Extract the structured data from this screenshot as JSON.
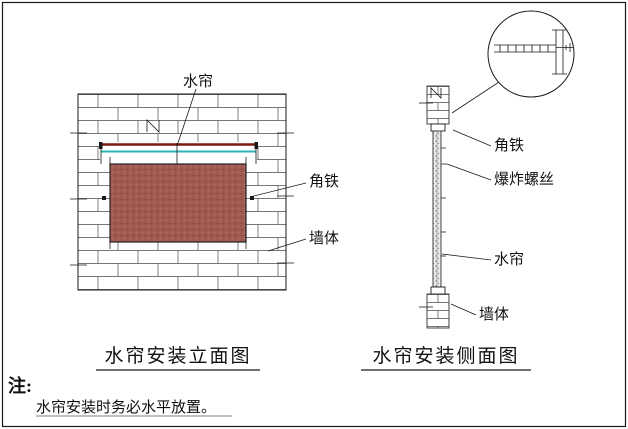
{
  "sheet": {
    "note": {
      "prefix": "注:",
      "text": "水帘安装时务必水平放置。"
    }
  },
  "front_view": {
    "title": "水帘安装立面图",
    "labels": {
      "curtain": "水帘",
      "angle_iron": "角铁",
      "wall": "墙体"
    }
  },
  "side_view": {
    "title": "水帘安装侧面图",
    "labels": {
      "angle_iron": "角铁",
      "expansion_bolt": "爆炸螺丝",
      "curtain": "水帘",
      "wall": "墙体"
    }
  },
  "colors": {
    "line": "#1a1a1a",
    "curtain_fill": "#a15a50",
    "curtain_dot": "#7b4038",
    "curtain_dot2": "#b87a6e",
    "rail_red": "#7c1a12",
    "rail_cyan": "#2fb3b8"
  }
}
